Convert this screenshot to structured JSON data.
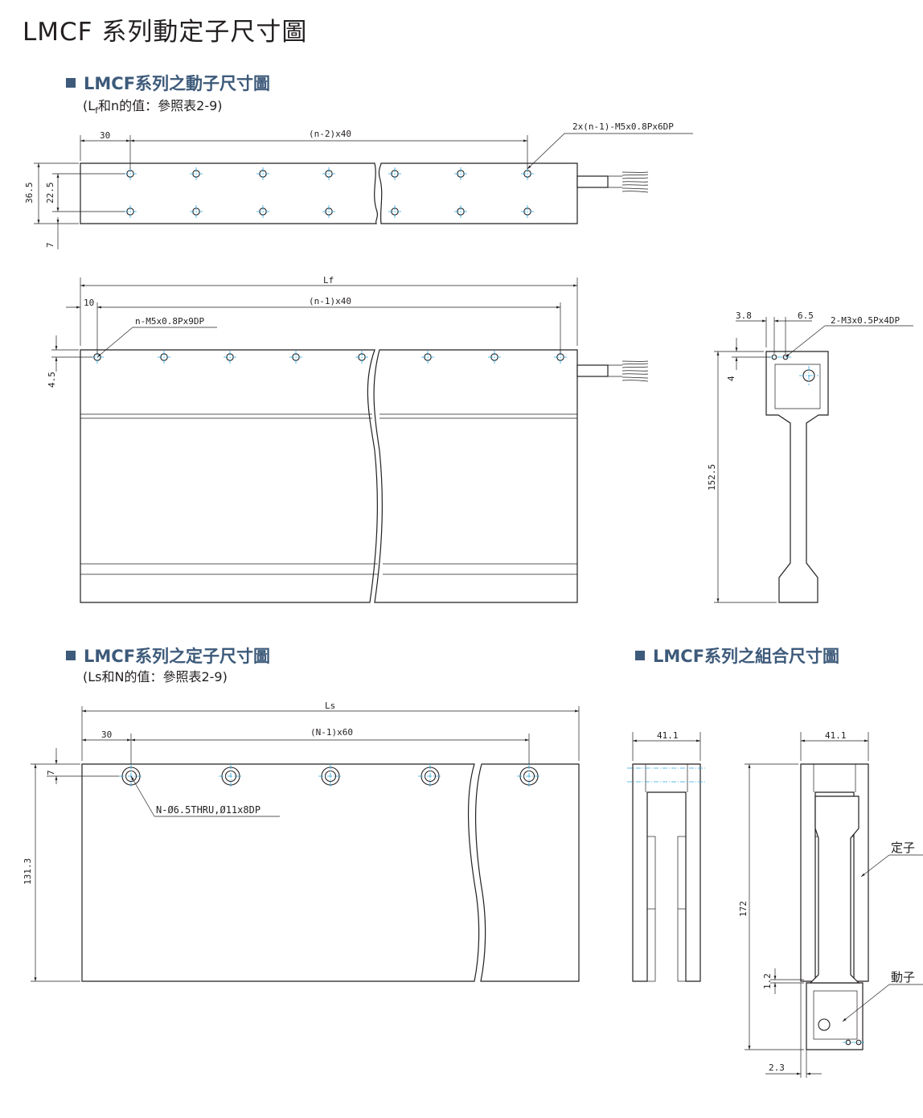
{
  "page_title": "LMCF 系列動定子尺寸圖",
  "sections": {
    "mover": {
      "title": "LMCF系列之動子尺寸圖",
      "note_pre": "(L",
      "note_sub": "f",
      "note_post": "和n的值：參照表2-9)"
    },
    "stator": {
      "title": "LMCF系列之定子尺寸圖",
      "note": "(Ls和N的值：參照表2-9)"
    },
    "assembly": {
      "title": "LMCF系列之組合尺寸圖"
    }
  },
  "mover_top": {
    "dim_30": "30",
    "dim_pitch": "(n-2)x40",
    "dim_hole_spec": "2x(n-1)-M5x0.8Px6DP",
    "dim_36_5": "36.5",
    "dim_22_5": "22.5",
    "dim_7": "7"
  },
  "mover_front": {
    "dim_lf": "Lf",
    "dim_10": "10",
    "dim_pitch": "(n-1)x40",
    "dim_hole_spec": "n-M5x0.8Px9DP",
    "dim_4_5": "4.5"
  },
  "mover_side": {
    "dim_3_8": "3.8",
    "dim_6_5": "6.5",
    "dim_hole_spec": "2-M3x0.5Px4DP",
    "dim_4": "4",
    "dim_152_5": "152.5"
  },
  "stator_front": {
    "dim_ls": "Ls",
    "dim_30": "30",
    "dim_pitch": "(N-1)x60",
    "dim_7": "7",
    "dim_131_3": "131.3",
    "dim_hole_spec": "N-Ø6.5THRU,Ø11x8DP"
  },
  "assembly_view": {
    "dim_41_1_a": "41.1",
    "dim_41_1_b": "41.1",
    "dim_172": "172",
    "dim_1_2": "1.2",
    "dim_2_3": "2.3",
    "label_stator": "定子",
    "label_mover": "動子"
  },
  "colors": {
    "heading": "#3d5a7a",
    "centerline": "#29a8e0",
    "line": "#231f20"
  }
}
